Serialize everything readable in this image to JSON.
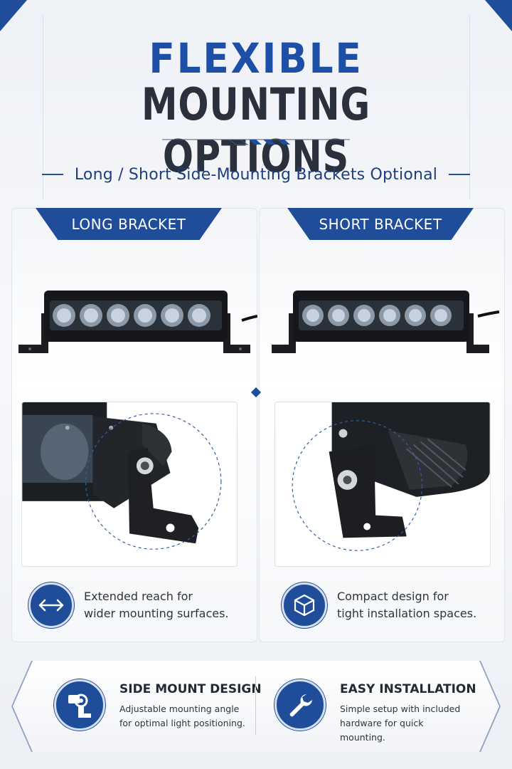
{
  "header": {
    "title_line1": "FLEXIBLE",
    "title_line2": "MOUNTING OPTIONS",
    "subtitle": "Long / Short Side-Mounting Brackets Optional"
  },
  "colors": {
    "brand_blue": "#1f4d99",
    "dark_text": "#2a313c",
    "background": "#f3f5f8"
  },
  "panels": [
    {
      "tag": "LONG BRACKET",
      "icon": "double-arrow-icon",
      "feature_line1": "Extended reach for",
      "feature_line2": "wider mounting surfaces."
    },
    {
      "tag": "SHORT BRACKET",
      "icon": "cube-icon",
      "feature_line1": "Compact design for",
      "feature_line2": "tight installation spaces."
    }
  ],
  "banner": [
    {
      "icon": "side-mount-icon",
      "title": "SIDE MOUNT DESIGN",
      "line1": "Adjustable mounting angle",
      "line2": "for optimal light positioning."
    },
    {
      "icon": "wrench-icon",
      "title": "EASY INSTALLATION",
      "line1": "Simple setup with included",
      "line2": "hardware for quick mounting."
    }
  ]
}
